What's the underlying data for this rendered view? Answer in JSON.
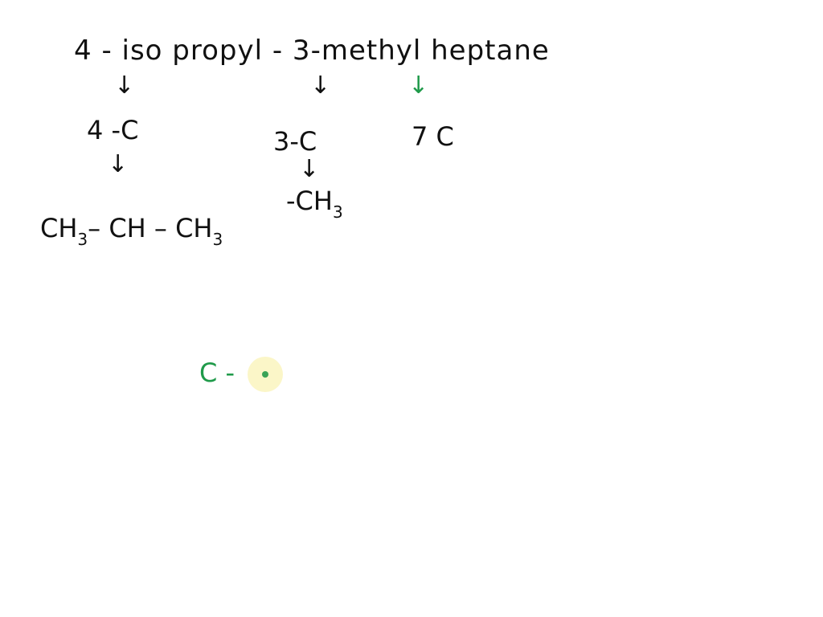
{
  "colors": {
    "ink_black": "#111111",
    "ink_green": "#1f9a4a",
    "cursor_halo": "#fbf6c8"
  },
  "title": "4 - iso propyl - 3-methyl heptane",
  "arrows": {
    "down": "↓"
  },
  "breakdown": {
    "isopropyl_position": "4 -C",
    "methyl_position": "3-C",
    "parent_chain": "7 C",
    "methyl_group_prefix": "-CH",
    "methyl_group_sub": "3"
  },
  "isopropyl_structure": {
    "part1": "CH",
    "part1_sub": "3",
    "part2": "– CH – CH",
    "part2_sub": "3"
  },
  "bottom_label": "C -",
  "icons": {
    "cursor": "pointer-cursor-icon"
  }
}
